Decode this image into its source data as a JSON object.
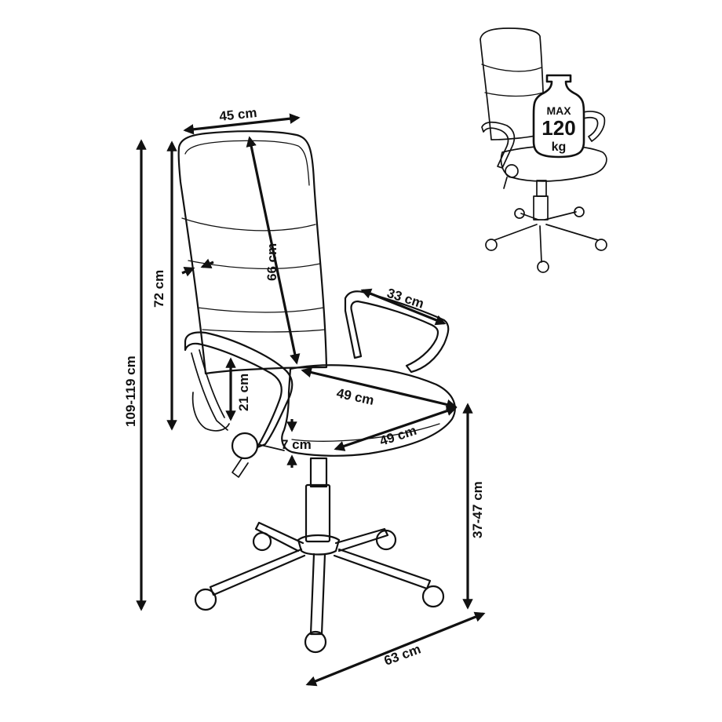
{
  "dimensions": {
    "backrest_width": "45 cm",
    "backrest_height": "72 cm",
    "backrest_inner": "66 cm",
    "total_height": "109-119 cm",
    "armrest_depth": "33 cm",
    "armrest_height": "21 cm",
    "seat_depth": "49 cm",
    "seat_width": "49 cm",
    "seat_thickness": "7 cm",
    "seat_height": "37-47 cm",
    "base_diameter": "63 cm"
  },
  "max_load": {
    "line1": "MAX",
    "line2": "120",
    "line3": "kg"
  }
}
